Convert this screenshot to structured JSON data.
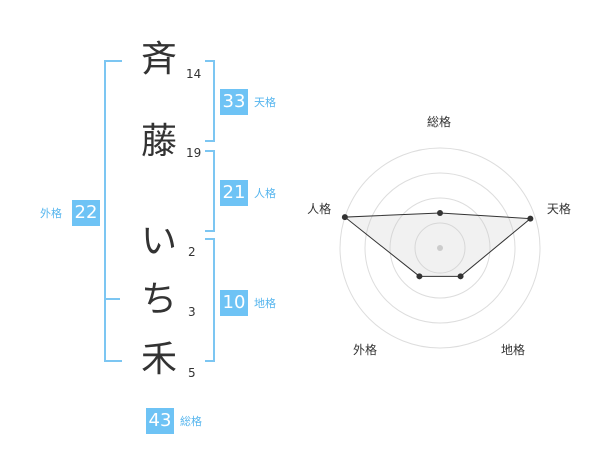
{
  "name_chars": [
    {
      "char": "斉",
      "strokes": "14"
    },
    {
      "char": "藤",
      "strokes": "19"
    },
    {
      "char": "い",
      "strokes": "2"
    },
    {
      "char": "ち",
      "strokes": "3"
    },
    {
      "char": "禾",
      "strokes": "5"
    }
  ],
  "tenkaku": {
    "value": "33",
    "label": "天格"
  },
  "jinkaku": {
    "value": "21",
    "label": "人格"
  },
  "chikaku": {
    "value": "10",
    "label": "地格"
  },
  "gaikaku": {
    "value": "22",
    "label": "外格"
  },
  "soukaku": {
    "value": "43",
    "label": "総格"
  },
  "colors": {
    "accent": "#6ec3f5",
    "bracket": "#7cc6f2",
    "label": "#55b5ee"
  },
  "chart_data": {
    "type": "radar",
    "axes": [
      "総格",
      "天格",
      "地格",
      "外格",
      "人格"
    ],
    "values": [
      0.35,
      0.95,
      0.35,
      0.35,
      1.0
    ],
    "rings": 4,
    "range": [
      0,
      1
    ]
  }
}
